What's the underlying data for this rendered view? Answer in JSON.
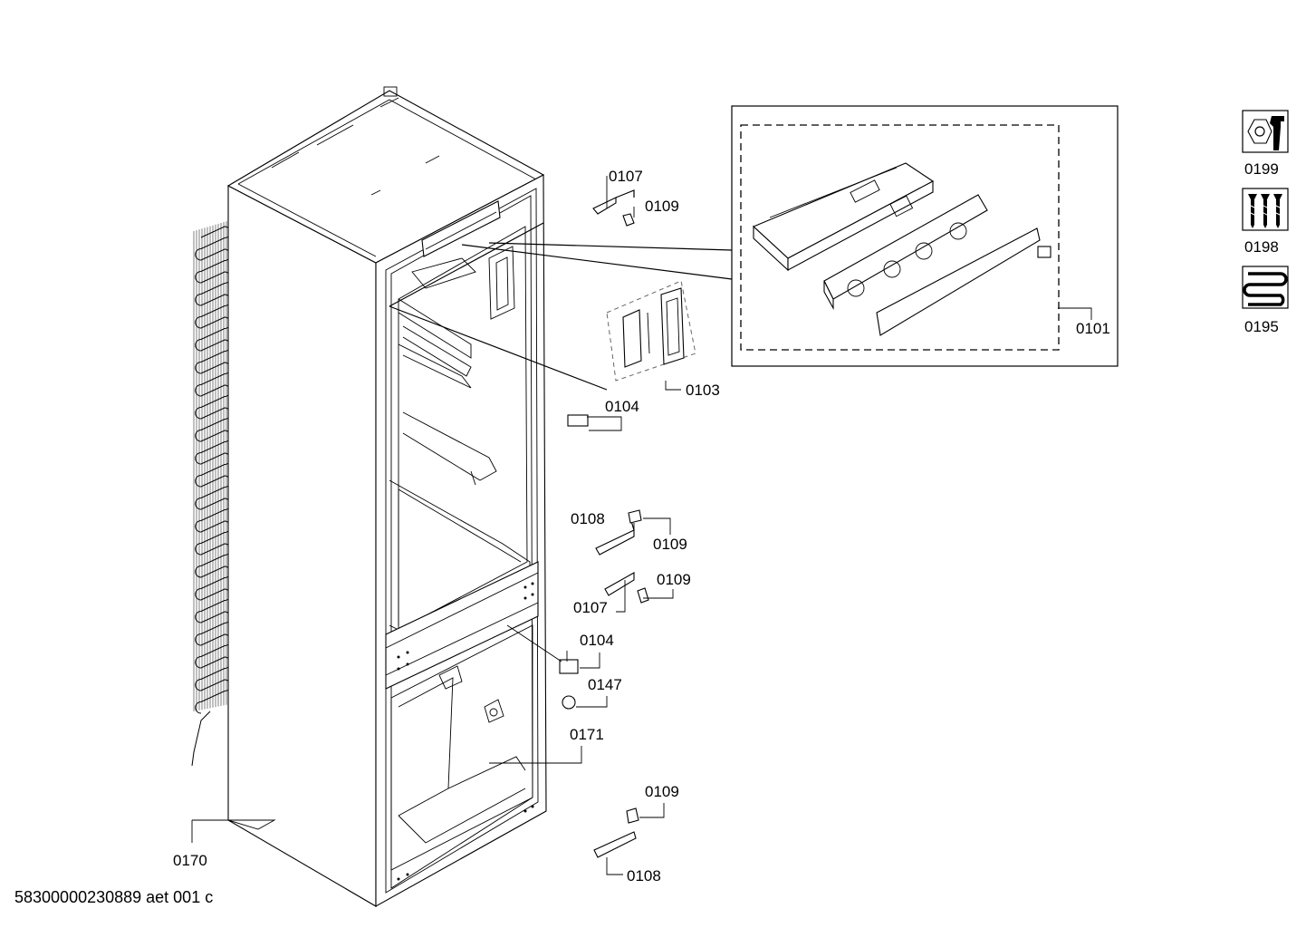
{
  "document_id": "58300000230889 aet 001 c",
  "labels": {
    "p0107_top": "0107",
    "p0109_top": "0109",
    "p0101": "0101",
    "p0103": "0103",
    "p0104_top": "0104",
    "p0108_mid": "0108",
    "p0109_mid1": "0109",
    "p0109_mid2": "0109",
    "p0107_mid": "0107",
    "p0104_low": "0104",
    "p0147": "0147",
    "p0171": "0171",
    "p0109_bot": "0109",
    "p0108_bot": "0108",
    "p0170": "0170"
  },
  "legend": [
    {
      "code": "0199",
      "icon": "wrench-nut-icon"
    },
    {
      "code": "0198",
      "icon": "screws-icon"
    },
    {
      "code": "0195",
      "icon": "heater-coil-icon"
    }
  ]
}
